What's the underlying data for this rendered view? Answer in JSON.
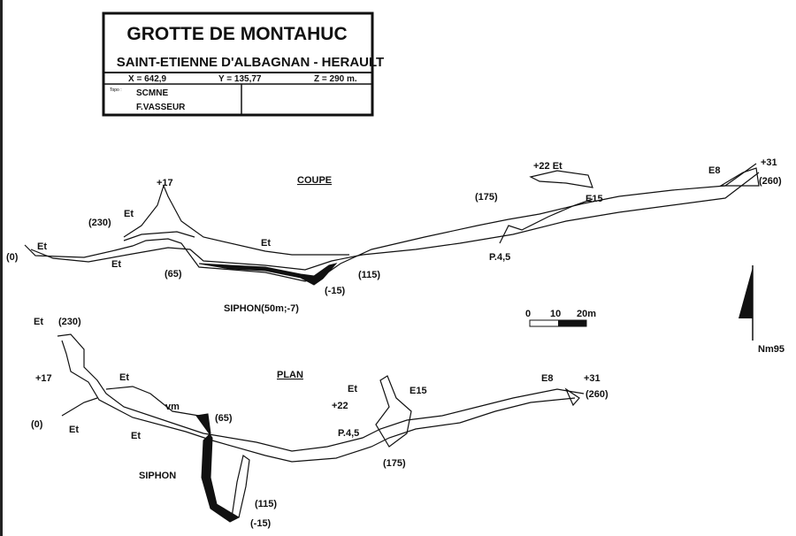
{
  "title_block": {
    "title": "GROTTE DE MONTAHUC",
    "subtitle": "SAINT-ETIENNE D'ALBAGNAN - HERAULT",
    "x": "X = 642,9",
    "y": "Y = 135,77",
    "z": "Z = 290 m.",
    "topo_label": "Topo :",
    "authors": [
      "SCMNE",
      "F.VASSEUR"
    ]
  },
  "coupe": {
    "heading": "COUPE",
    "labels": [
      "(0)",
      "Et",
      "Et",
      "(230)",
      "Et",
      "+17",
      "Et",
      "(65)",
      "(-15)",
      "(115)",
      "SIPHON(50m;-7)",
      "(175)",
      "+22 Et",
      "E15",
      "P.4,5",
      "E8",
      "+31",
      "(260)"
    ]
  },
  "plan": {
    "heading": "PLAN",
    "labels": [
      "Et",
      "(230)",
      "+17",
      "Et",
      "vm",
      "(65)",
      "(0)",
      "Et",
      "Et",
      "SIPHON",
      "(115)",
      "(-15)",
      "Et",
      "+22",
      "E15",
      "P.4,5",
      "(175)",
      "E8",
      "+31",
      "(260)"
    ]
  },
  "scale": {
    "ticks": [
      "0",
      "10",
      "20m"
    ]
  },
  "north": {
    "label": "Nm95"
  }
}
